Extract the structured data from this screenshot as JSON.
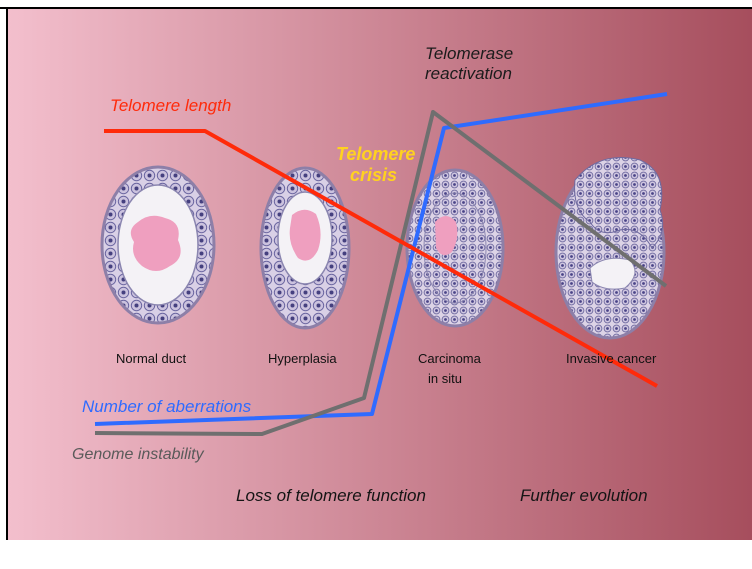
{
  "labels": {
    "telomere_length": "Telomere length",
    "telomerase_reactivation_line1": "Telomerase",
    "telomerase_reactivation_line2": "reactivation",
    "telomere_crisis_line1": "Telomere",
    "telomere_crisis_line2": "crisis",
    "number_of_aberrations": "Number of aberrations",
    "genome_instability": "Genome instability",
    "loss_of_telomere_function": "Loss of telomere function",
    "further_evolution": "Further evolution"
  },
  "stages": {
    "normal_duct": "Normal duct",
    "hyperplasia": "Hyperplasia",
    "carcinoma_line1": "Carcinoma",
    "carcinoma_line2": "in situ",
    "invasive_cancer": "Invasive cancer"
  },
  "colors": {
    "background_left": "#f3bfcd",
    "background_right": "#a64e5d",
    "telomere_length_line": "#ff2a0a",
    "aberrations_line": "#2f6bff",
    "genome_instability_line": "#6f6f6f",
    "telomere_crisis_text": "#ffd21f",
    "cell_membrane": "#7b75a8",
    "lumen": "#ef9fbf"
  }
}
